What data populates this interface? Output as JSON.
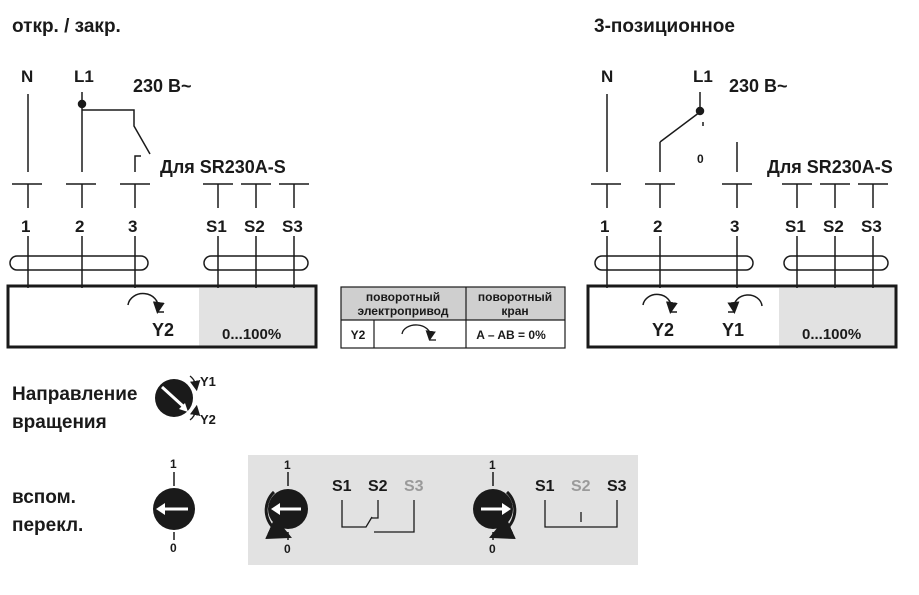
{
  "left": {
    "title": "откр. / закр.",
    "n_label": "N",
    "l1_label": "L1",
    "voltage": "230 В~",
    "aux_label": "Для SR230A-S",
    "terminals": [
      "1",
      "2",
      "3",
      "S1",
      "S2",
      "S3"
    ],
    "out_y2": "Y2",
    "range": "0...100%"
  },
  "right": {
    "title": "3-позиционное",
    "n_label": "N",
    "l1_label": "L1",
    "voltage": "230 В~",
    "aux_label": "Для SR230A-S",
    "zero_mark": "0",
    "terminals": [
      "1",
      "2",
      "3",
      "S1",
      "S2",
      "S3"
    ],
    "out_y2": "Y2",
    "out_y1": "Y1",
    "range": "0...100%"
  },
  "table": {
    "header_actuator": [
      "поворотный",
      "электропривод"
    ],
    "header_valve": [
      "поворотный",
      "кран"
    ],
    "row_label": "Y2",
    "row_valve": "A – AB = 0%"
  },
  "direction": {
    "label_line1": "Направление",
    "label_line2": "вращения",
    "y1": "Y1",
    "y2": "Y2"
  },
  "aux_switch": {
    "label_line1": "вспом.",
    "label_line2": "перекл.",
    "mark_1": "1",
    "mark_0": "0",
    "panel1": {
      "s1": "S1",
      "s2": "S2",
      "s3": "S3"
    },
    "panel2": {
      "s1": "S1",
      "s2": "S2",
      "s3": "S3"
    }
  },
  "colors": {
    "text": "#1a1a1a",
    "grey_panel": "#e2e2e2",
    "table_header": "#cfcfcf",
    "muted_label": "#9a9a9a"
  }
}
